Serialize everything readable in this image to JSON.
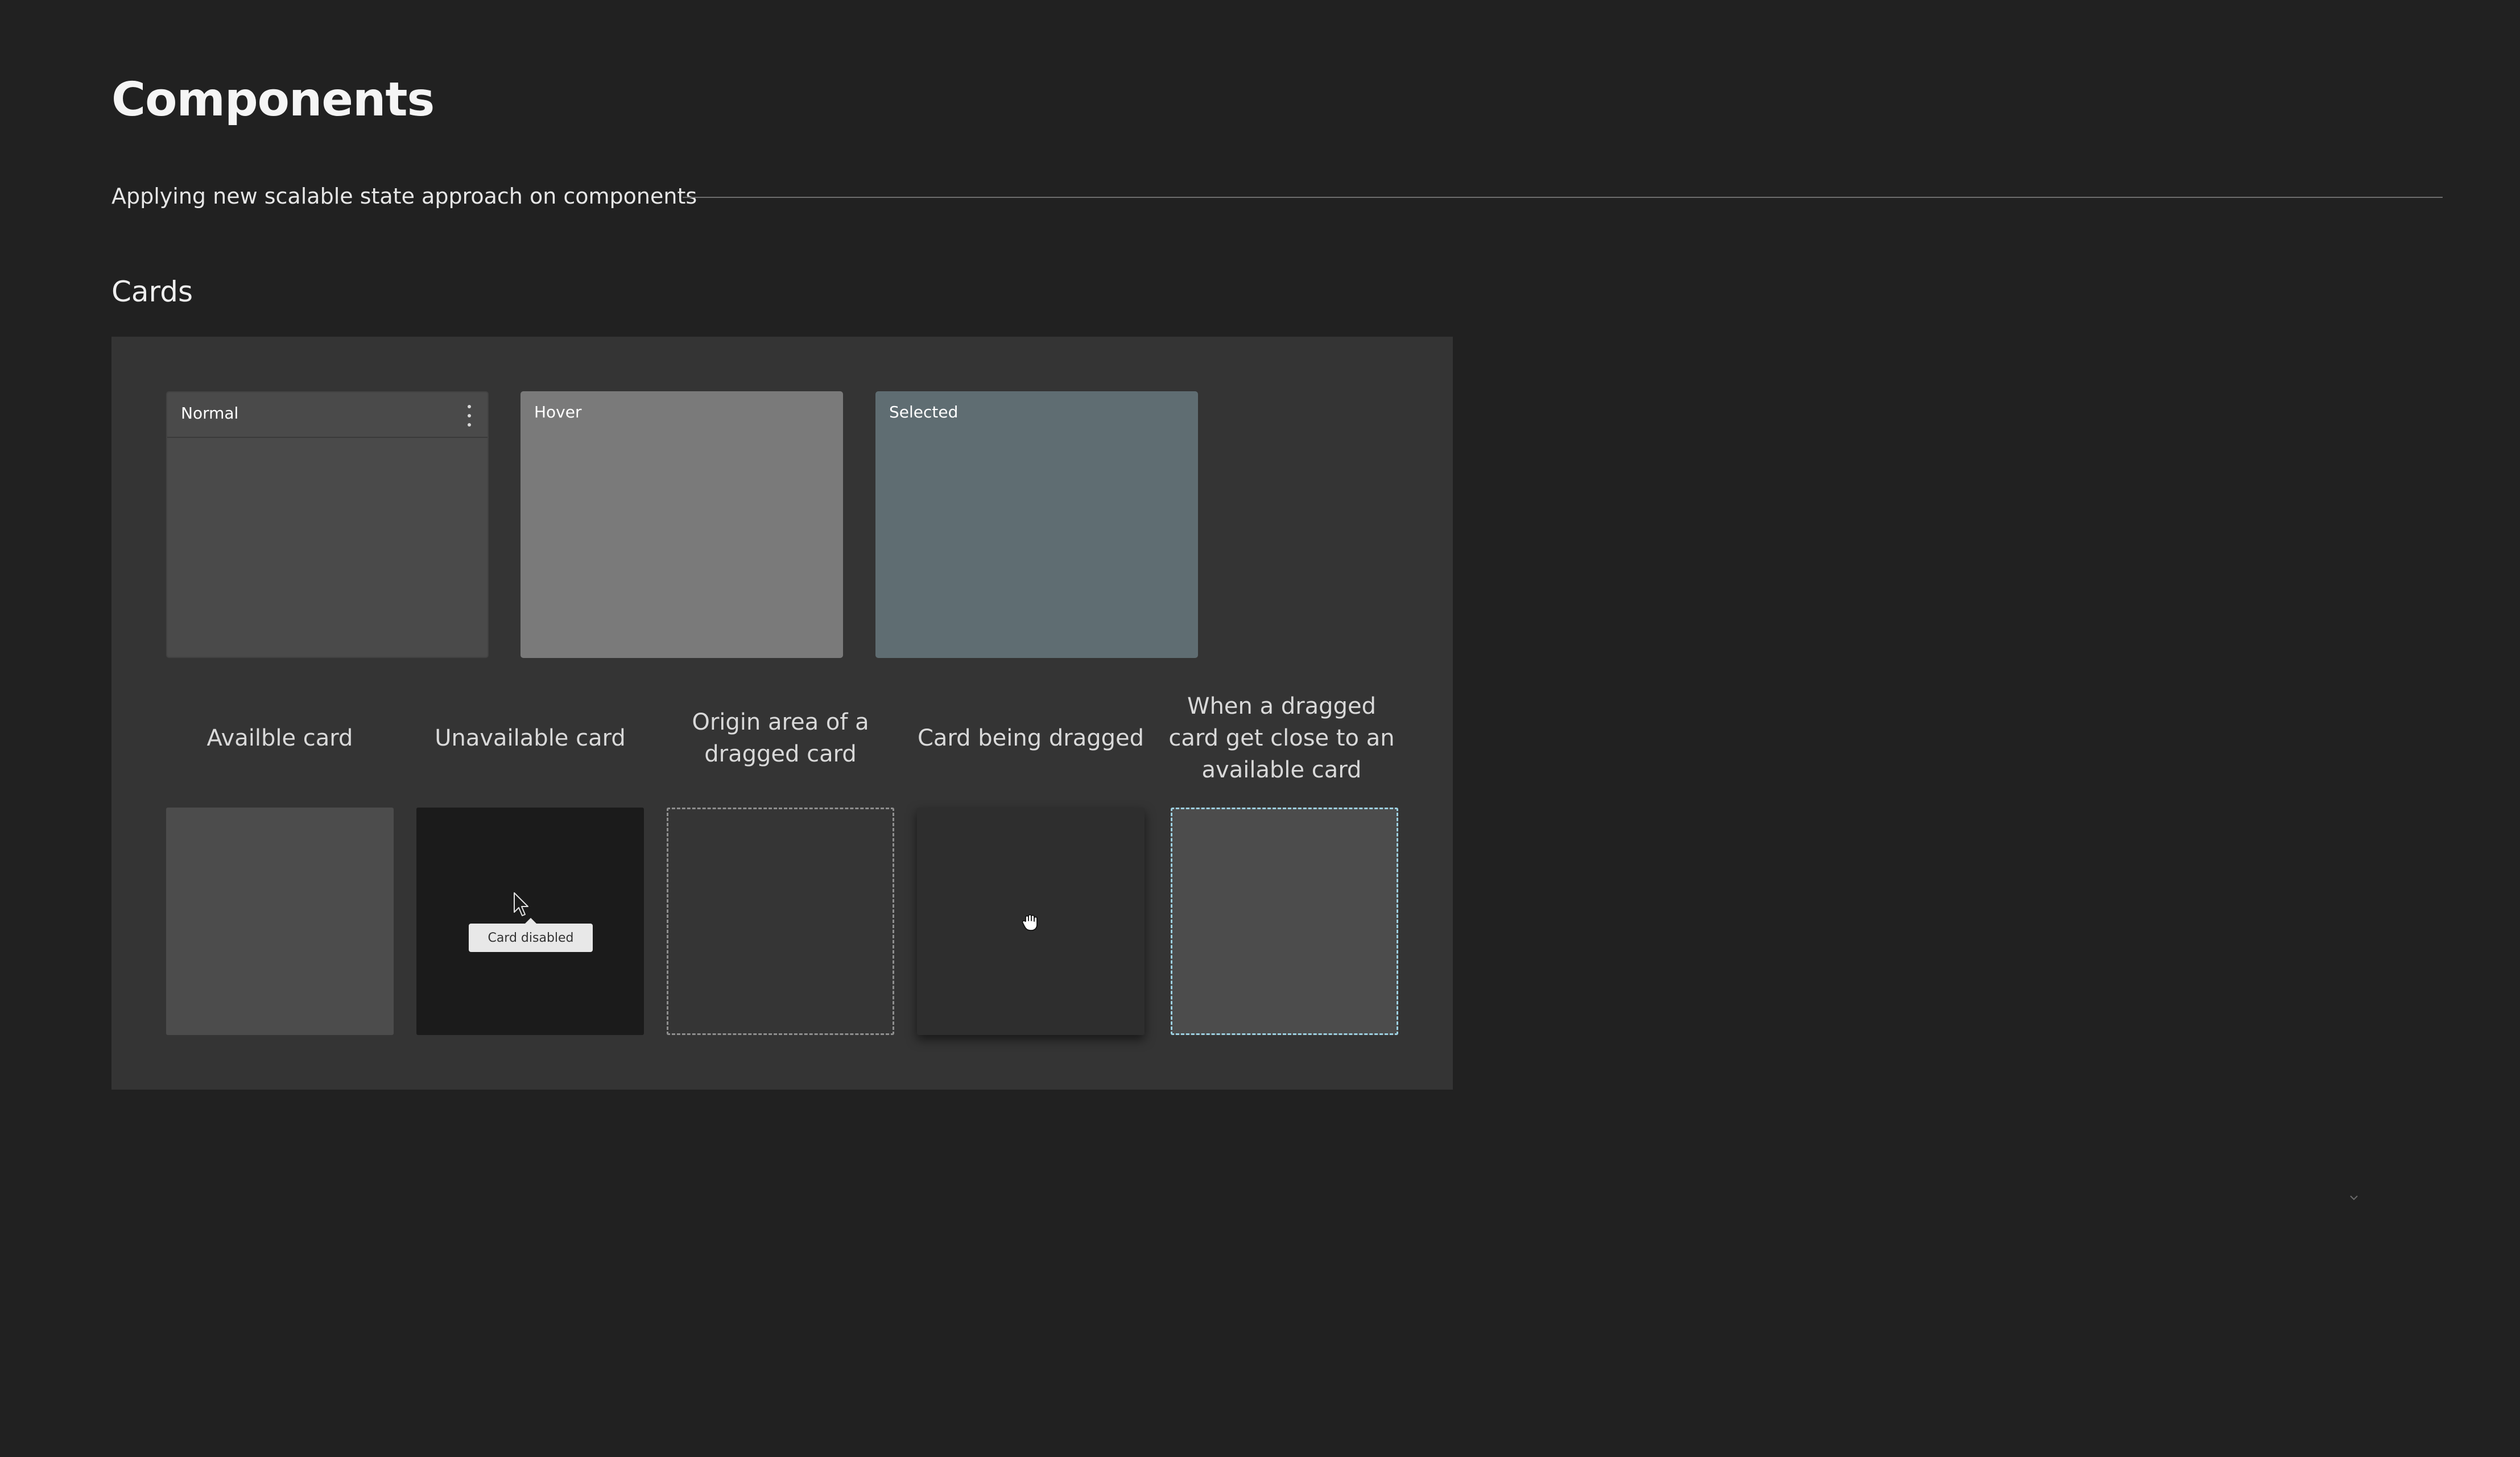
{
  "page": {
    "title": "Components",
    "subtitle": "Applying new scalable state approach on components"
  },
  "section": {
    "title": "Cards"
  },
  "state_cards": [
    {
      "label": "Normal"
    },
    {
      "label": "Hover"
    },
    {
      "label": "Selected"
    }
  ],
  "captions": [
    "Availble card",
    "Unavailable card",
    "Origin area of a dragged card",
    "Card being dragged",
    "When a dragged card get close to an available card"
  ],
  "tooltip": {
    "text": "Card disabled"
  },
  "icons": {
    "menu": "more-vertical-icon",
    "cursor": "pointer-arrow-icon",
    "grab": "grab-hand-icon",
    "chevron": "chevron-down-icon"
  },
  "colors": {
    "background": "#212121",
    "panel": "#343434",
    "card_normal": "#4a4a4a",
    "card_hover": "#7a7a7a",
    "card_selected": "#5f6d72",
    "card_unavailable": "#1b1b1b",
    "drop_target_border": "#9ccfe0"
  }
}
